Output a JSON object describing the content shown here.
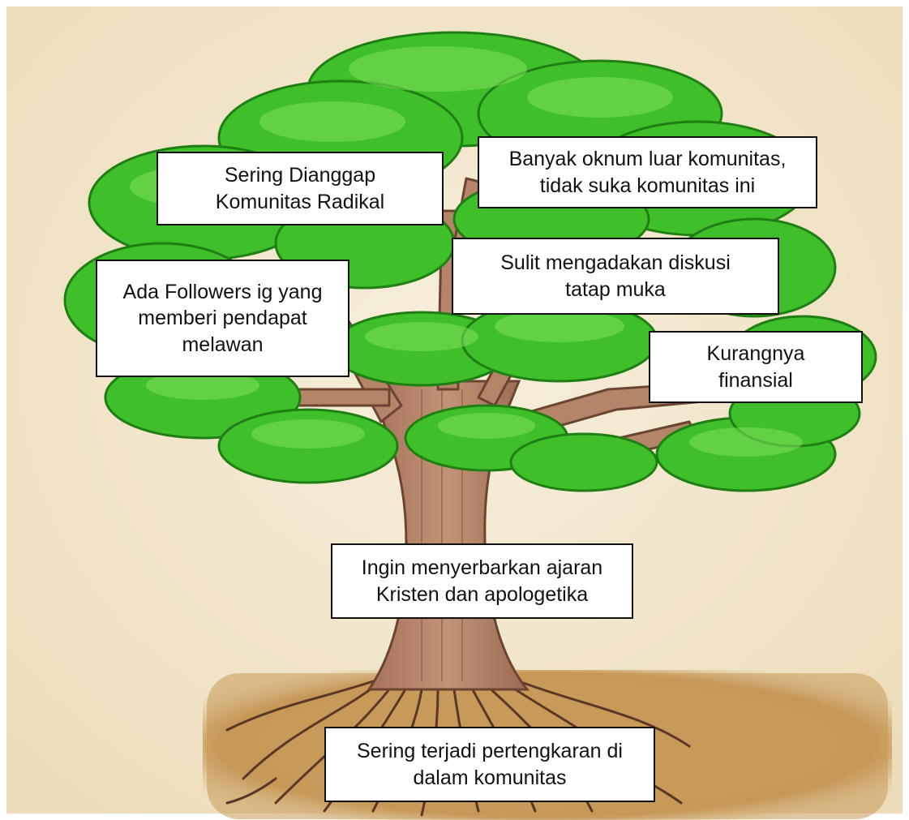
{
  "labels": {
    "sering_dianggap": [
      "Sering Dianggap",
      "Komunitas Radikal"
    ],
    "banyak_oknum": [
      "Banyak oknum luar komunitas,",
      "tidak suka komunitas ini"
    ],
    "followers_ig": [
      "Ada Followers ig yang",
      "memberi pendapat",
      "melawan"
    ],
    "sulit_diskusi": [
      "Sulit mengadakan diskusi",
      "tatap muka"
    ],
    "kurangnya_finansial": [
      "Kurangnya",
      "finansial"
    ],
    "ingin_menyebarkan": [
      "Ingin menyerbarkan ajaran",
      "Kristen dan apologetika"
    ],
    "pertengkaran": [
      "Sering terjadi pertengkaran di",
      "dalam komunitas"
    ]
  },
  "colors": {
    "paper": "#f3e9d2",
    "leaf": "#3fbf2a",
    "leaf_dark": "#1f7f14",
    "leaf_light": "#7fe05a",
    "trunk": "#b58569",
    "trunk_dark": "#6b4532",
    "soil": "#c79a5a",
    "root": "#5a3826"
  }
}
